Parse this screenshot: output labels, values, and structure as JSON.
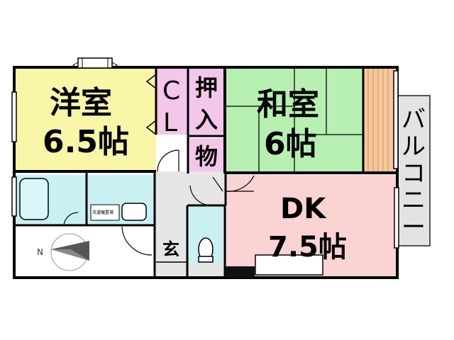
{
  "rooms": {
    "western": {
      "line1": "洋室",
      "line2": "6.5帖",
      "color": "#f9f6a8"
    },
    "closet": {
      "line1": "C",
      "line2": "L",
      "color": "#f4c7ea"
    },
    "oshiire": {
      "chars": [
        "押",
        "入",
        "物"
      ],
      "color": "#f4c7ea"
    },
    "japanese": {
      "line1": "和室",
      "line2": "6帖",
      "color": "#b7f0b0"
    },
    "dk": {
      "line1": "DK",
      "line2": "7.5帖",
      "color": "#fad3d3"
    },
    "balcony": {
      "chars": [
        "バ",
        "ル",
        "コ",
        "ニ",
        "ー"
      ],
      "color": "#e3e3e3"
    },
    "genkan": {
      "label": "玄",
      "color": "#e6e6e6"
    },
    "bath_color": "#c9f1f4",
    "hall_color": "#e6e6e6",
    "washer_label": "洗濯機置場"
  },
  "compass": {
    "label": "N"
  }
}
